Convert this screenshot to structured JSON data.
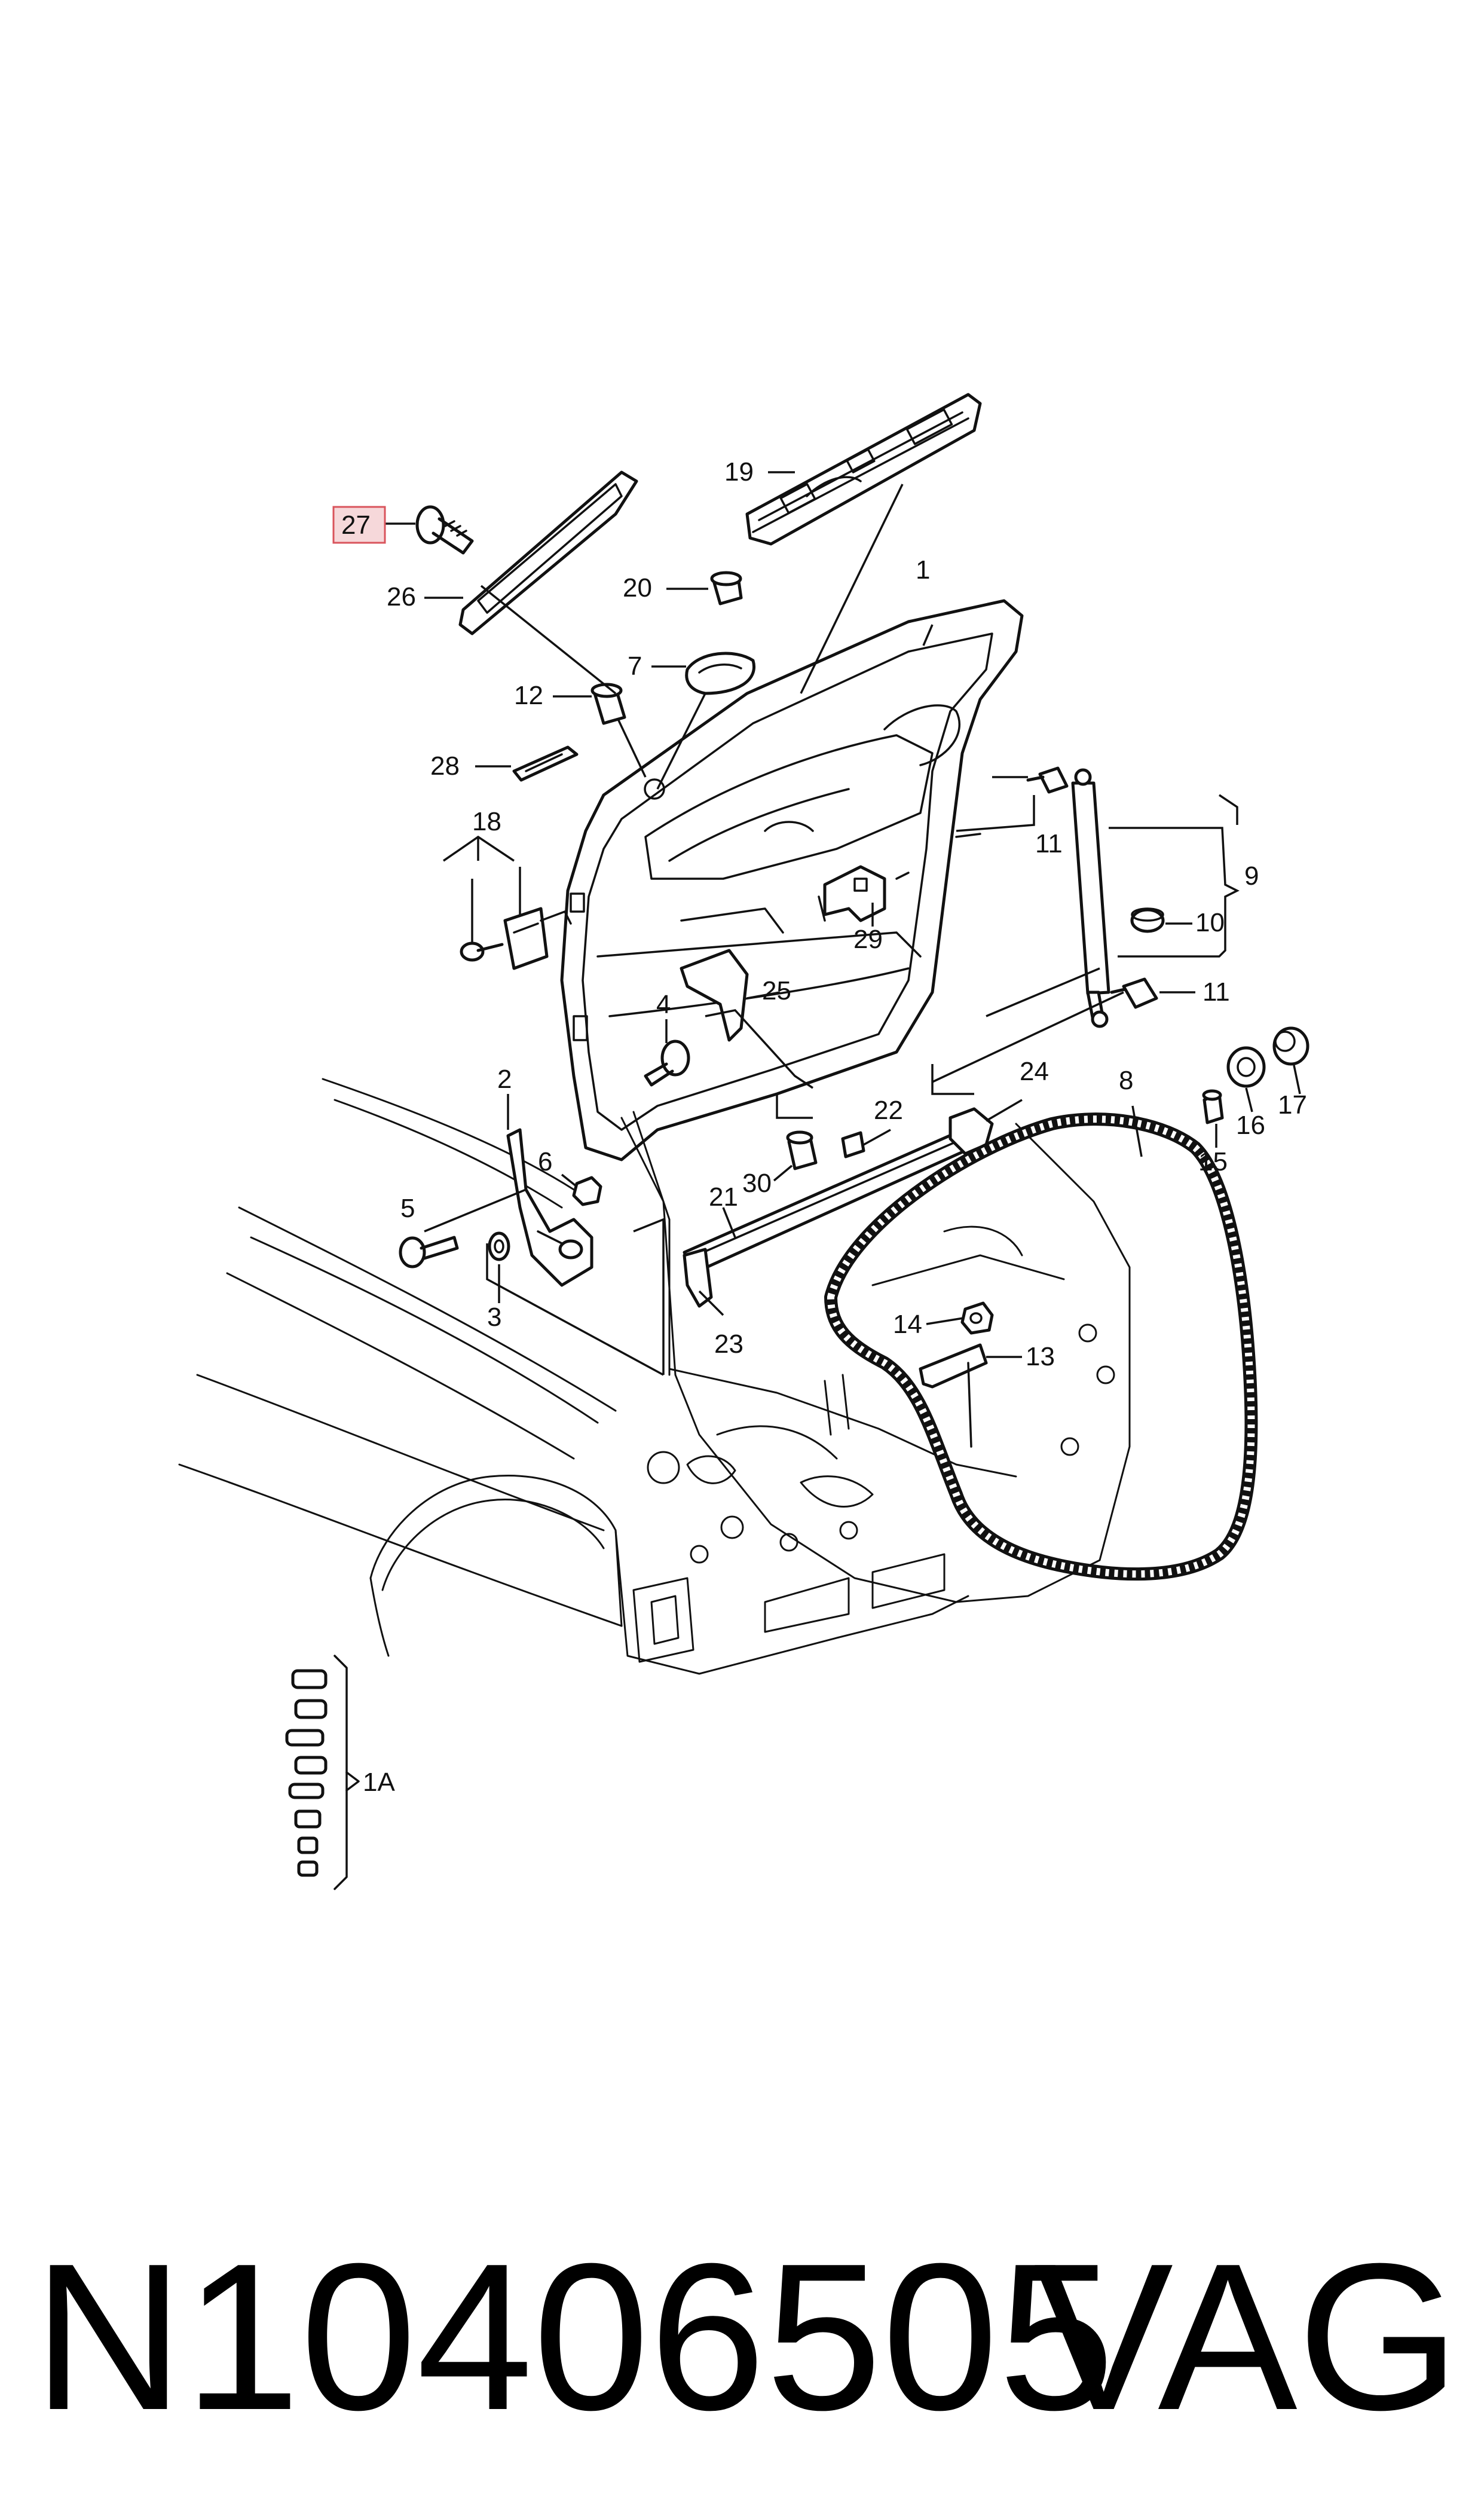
{
  "diagram": {
    "highlight_color": "#f6d8da",
    "highlight_border": "#d9545c",
    "labels": {
      "l1": "1",
      "l1a": "1A",
      "l2": "2",
      "l3": "3",
      "l4": "4",
      "l5": "5",
      "l6": "6",
      "l7": "7",
      "l8": "8",
      "l9": "9",
      "l10": "10",
      "l11a": "11",
      "l11b": "11",
      "l12": "12",
      "l13": "13",
      "l14": "14",
      "l15": "15",
      "l16": "16",
      "l17": "17",
      "l18": "18",
      "l19": "19",
      "l20": "20",
      "l21": "21",
      "l22": "22",
      "l23": "23",
      "l24": "24",
      "l25": "25",
      "l26": "26",
      "l27": "27",
      "l28": "28",
      "l29": "29",
      "l30": "30"
    }
  },
  "footer": {
    "part_number": "N10406505",
    "brand": "VAG"
  }
}
